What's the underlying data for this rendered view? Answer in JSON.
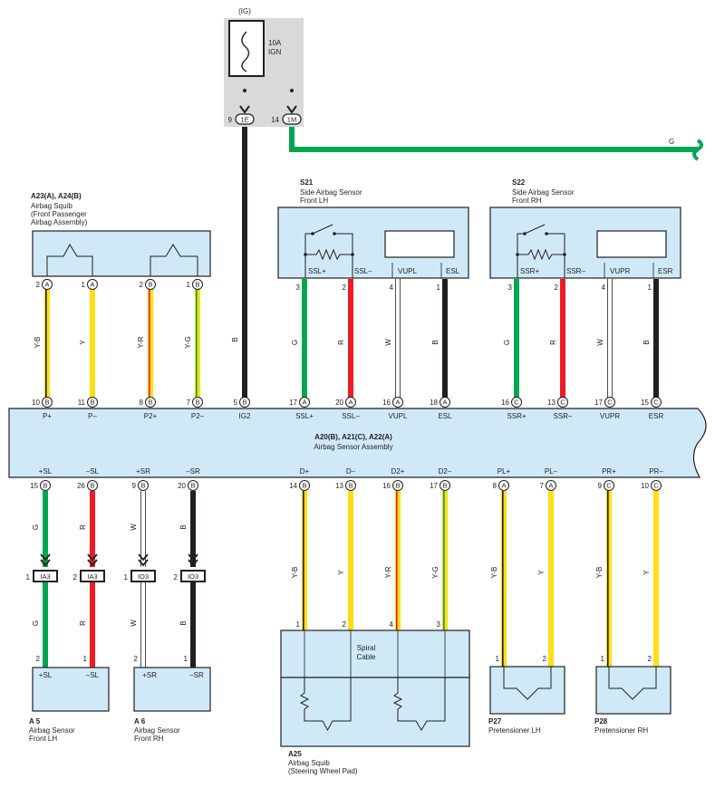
{
  "colors": {
    "box_fill": "#cfe9f7",
    "gray_box": "#d9d9d9",
    "G": "#00a651",
    "R": "#ed1c24",
    "B": "#231f20",
    "W": "#ffffff",
    "Y": "#ffde17"
  },
  "fuse": {
    "top_label": "(IG)",
    "amp": "10A",
    "name": "IGN"
  },
  "fuse_pins": [
    {
      "num": "9",
      "conn": "1E"
    },
    {
      "num": "14",
      "conn": "1M"
    }
  ],
  "g_wire_label": "G",
  "comp_a23": {
    "id": "A23(A), A24(B)",
    "lines": [
      "Airbag Squib",
      "(Front Passenger",
      " Airbag Assembly)"
    ]
  },
  "comp_s21": {
    "id": "S21",
    "lines": [
      "Side Airbag Sensor",
      "Front LH"
    ]
  },
  "comp_s22": {
    "id": "S22",
    "lines": [
      "Side Airbag Sensor",
      "Front RH"
    ]
  },
  "s21_labels": [
    "SSL+",
    "SSL–",
    "VUPL",
    "ESL"
  ],
  "s22_labels": [
    "SSR+",
    "SSR–",
    "VUPR",
    "ESR"
  ],
  "top_pins": [
    {
      "num": "2",
      "conn": "A",
      "color": "Y-B"
    },
    {
      "num": "1",
      "conn": "A",
      "color": "Y"
    },
    {
      "num": "2",
      "conn": "B",
      "color": "Y-R"
    },
    {
      "num": "1",
      "conn": "B",
      "color": "Y-G"
    },
    {
      "num": "3",
      "conn": "",
      "color": "G"
    },
    {
      "num": "2",
      "conn": "",
      "color": "R"
    },
    {
      "num": "4",
      "conn": "",
      "color": "W"
    },
    {
      "num": "1",
      "conn": "",
      "color": "B"
    },
    {
      "num": "3",
      "conn": "",
      "color": "G"
    },
    {
      "num": "2",
      "conn": "",
      "color": "R"
    },
    {
      "num": "4",
      "conn": "",
      "color": "W"
    },
    {
      "num": "1",
      "conn": "",
      "color": "B"
    }
  ],
  "ig2_wire_color": "B",
  "ecu": {
    "id": "A20(B), A21(C), A22(A)",
    "name": "Airbag Sensor Assembly"
  },
  "ecu_top_pins": [
    {
      "num": "10",
      "conn": "B",
      "label": "P+"
    },
    {
      "num": "11",
      "conn": "B",
      "label": "P–"
    },
    {
      "num": "8",
      "conn": "B",
      "label": "P2+"
    },
    {
      "num": "7",
      "conn": "B",
      "label": "P2–"
    },
    {
      "num": "5",
      "conn": "B",
      "label": "IG2"
    },
    {
      "num": "17",
      "conn": "A",
      "label": "SSL+"
    },
    {
      "num": "20",
      "conn": "A",
      "label": "SSL–"
    },
    {
      "num": "16",
      "conn": "A",
      "label": "VUPL"
    },
    {
      "num": "18",
      "conn": "A",
      "label": "ESL"
    },
    {
      "num": "16",
      "conn": "C",
      "label": "SSR+"
    },
    {
      "num": "13",
      "conn": "C",
      "label": "SSR–"
    },
    {
      "num": "17",
      "conn": "C",
      "label": "VUPR"
    },
    {
      "num": "15",
      "conn": "C",
      "label": "ESR"
    }
  ],
  "ecu_bottom_pins": [
    {
      "num": "15",
      "conn": "B",
      "label": "+SL",
      "color": "G"
    },
    {
      "num": "26",
      "conn": "B",
      "label": "–SL",
      "color": "R"
    },
    {
      "num": "9",
      "conn": "B",
      "label": "+SR",
      "color": "W"
    },
    {
      "num": "20",
      "conn": "B",
      "label": "–SR",
      "color": "B"
    },
    {
      "num": "14",
      "conn": "B",
      "label": "D+",
      "color": "Y-B"
    },
    {
      "num": "13",
      "conn": "B",
      "label": "D–",
      "color": "Y"
    },
    {
      "num": "16",
      "conn": "B",
      "label": "D2+",
      "color": "Y-R"
    },
    {
      "num": "17",
      "conn": "B",
      "label": "D2–",
      "color": "Y-G"
    },
    {
      "num": "8",
      "conn": "A",
      "label": "PL+",
      "color": "Y-B"
    },
    {
      "num": "7",
      "conn": "A",
      "label": "PL–",
      "color": "Y"
    },
    {
      "num": "9",
      "conn": "C",
      "label": "PR+",
      "color": "Y-B"
    },
    {
      "num": "10",
      "conn": "C",
      "label": "PR–",
      "color": "Y"
    }
  ],
  "junctions": [
    {
      "num": "1",
      "name": "IA3"
    },
    {
      "num": "2",
      "name": "IA3"
    },
    {
      "num": "1",
      "name": "IO3"
    },
    {
      "num": "2",
      "name": "IO3"
    }
  ],
  "lower_left_colors": [
    "G",
    "R",
    "W",
    "B"
  ],
  "lower_left_pins": [
    "2",
    "1",
    "2",
    "1"
  ],
  "a5": {
    "id": "A 5",
    "lines": [
      "Airbag Sensor",
      "Front LH"
    ],
    "labels": [
      "+SL",
      "–SL"
    ]
  },
  "a6": {
    "id": "A 6",
    "lines": [
      "Airbag Sensor",
      "Front RH"
    ],
    "labels": [
      "+SR",
      "–SR"
    ]
  },
  "a25": {
    "id": "A25",
    "lines": [
      "Airbag Squib",
      "(Steering Wheel Pad)"
    ],
    "spiral": [
      "Spiral",
      "Cable"
    ],
    "pins": [
      "1",
      "2",
      "4",
      "3"
    ]
  },
  "p27": {
    "id": "P27",
    "lines": [
      "Pretensioner LH"
    ],
    "pins": [
      "1",
      "2"
    ]
  },
  "p28": {
    "id": "P28",
    "lines": [
      "Pretensioner RH"
    ],
    "pins": [
      "1",
      "2"
    ]
  }
}
